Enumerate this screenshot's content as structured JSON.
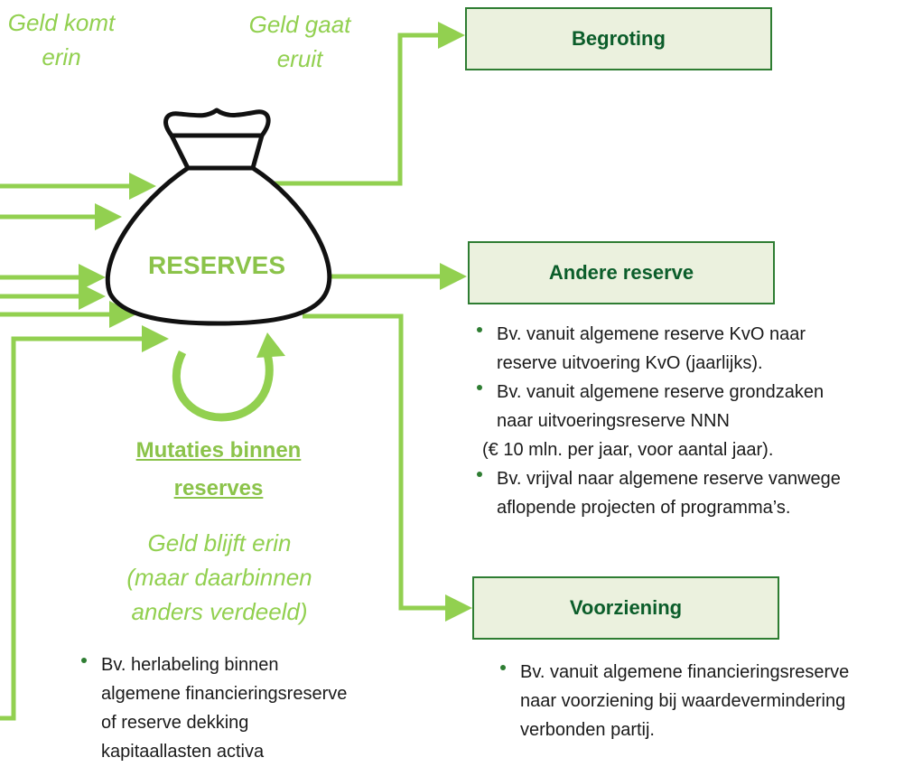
{
  "labels": {
    "in_line1": "Geld komt",
    "in_line2": "erin",
    "out_line1": "Geld gaat",
    "out_line2": "eruit",
    "stays_line1": "Geld blijft erin",
    "stays_line2": "(maar daarbinnen",
    "stays_line3": "anders verdeeld)"
  },
  "bag": {
    "label": "RESERVES"
  },
  "boxes": {
    "begroting": "Begroting",
    "andere_reserve": "Andere reserve",
    "voorziening": "Voorziening"
  },
  "mutaties": {
    "line1": "Mutaties binnen",
    "line2": "reserves"
  },
  "andere_reserve_bullets": {
    "b1_line1": "Bv. vanuit algemene reserve KvO naar",
    "b1_line2": "reserve uitvoering KvO (jaarlijks).",
    "b2_line1": "Bv. vanuit algemene reserve grondzaken",
    "b2_line2": "naar uitvoeringsreserve NNN",
    "b2_line3": "(€ 10 mln. per jaar, voor aantal jaar).",
    "b3_line1": "Bv. vrijval naar algemene reserve vanwege",
    "b3_line2": "aflopende projecten of programma’s."
  },
  "voorziening_bullets": {
    "b1_line1": "Bv. vanuit algemene financieringsreserve",
    "b1_line2": "naar voorziening bij waardevermindering",
    "b1_line3": "verbonden partij."
  },
  "mutaties_bullets": {
    "b1_line1": "Bv. herlabeling binnen",
    "b1_line2": "algemene financieringsreserve",
    "b1_line3": "of reserve dekking",
    "b1_line4": "kapitaallasten activa"
  },
  "colors": {
    "arrow_green": "#92d050",
    "box_fill": "#ebf1de",
    "box_border": "#2e7d32",
    "box_text": "#0b5d2a",
    "bag_text": "#8bc34a"
  }
}
